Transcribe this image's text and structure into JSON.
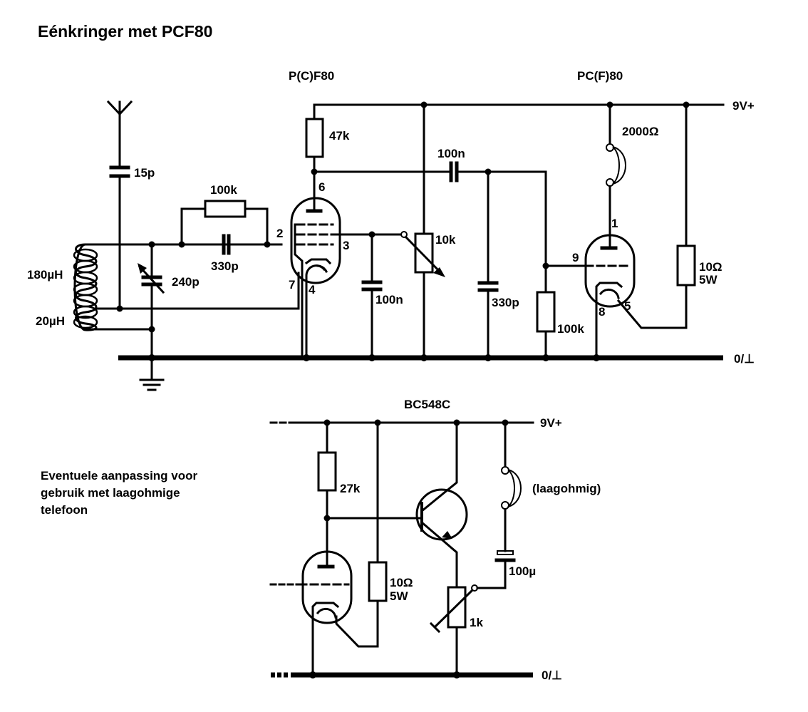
{
  "title": "Eénkringer met PCF80",
  "note": [
    "Eventuele aanpassing voor",
    "gebruik met laagohmige",
    "telefoon"
  ],
  "top_circuit": {
    "tube_pentode_label": "P(C)F80",
    "tube_triode_label": "PC(F)80",
    "supply_label": "9V+",
    "ground_label": "0/⊥",
    "components": {
      "antenna_cap": "15p",
      "coil_upper": "180µH",
      "coil_lower": "20µH",
      "tuning_cap": "240p",
      "grid_resistor": "100k",
      "grid_cap": "330p",
      "anode_resistor": "47k",
      "screen_cap": "100n",
      "reaction_pot": "10k",
      "coupling_cap": "100n",
      "filter_cap": "330p",
      "grid_leak": "100k",
      "headphone": "2000Ω",
      "heater_resistor": "10Ω",
      "heater_resistor_power": "5W"
    },
    "pins": {
      "pentode_anode": "6",
      "pentode_g1": "2",
      "pentode_g2": "3",
      "pentode_cathode": "7",
      "pentode_heater": "4",
      "triode_anode": "1",
      "triode_grid": "9",
      "triode_cathode": "8",
      "triode_heater": "5"
    }
  },
  "bottom_circuit": {
    "transistor_label": "BC548C",
    "supply_label": "9V+",
    "ground_label": "0/⊥",
    "components": {
      "base_resistor": "27k",
      "heater_resistor": "10Ω",
      "heater_resistor_power": "5W",
      "emitter_pot": "1k",
      "output_cap": "100µ",
      "headphone": "(laagohmig)"
    }
  }
}
